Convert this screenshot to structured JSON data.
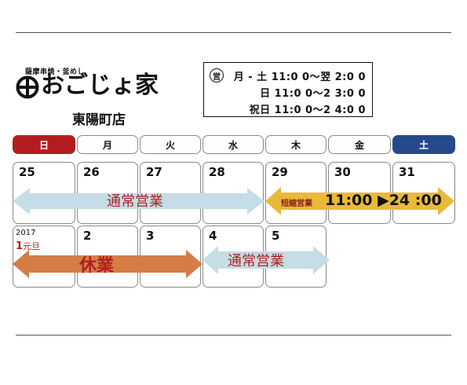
{
  "store": {
    "logo_subtitle": "薩摩串焼・釜めし",
    "logo_name": "おごじょ家",
    "branch": "東陽町店"
  },
  "hours": {
    "badge": "営",
    "lines": [
      "月 - 土 11:0 0～翌 2:0 0",
      "日 11:0 0～2 3:0 0",
      "祝日 11:0 0～2 4:0 0"
    ]
  },
  "weekdays": [
    "日",
    "月",
    "火",
    "水",
    "木",
    "金",
    "土"
  ],
  "weeks": [
    [
      "25",
      "26",
      "27",
      "28",
      "29",
      "30",
      "31"
    ],
    [
      "2017",
      "2",
      "3",
      "4",
      "5"
    ]
  ],
  "holiday_note": {
    "day": "1",
    "text": "元旦"
  },
  "banners": {
    "normal1": "通常営業",
    "short_label": "短縮営業",
    "short_time": "11:00 ▶24 :00",
    "closed": "休業",
    "normal2": "通常営業"
  },
  "colors": {
    "sunday": "#b31d1f",
    "saturday": "#26498c",
    "normal_arrow": "#c5dde6",
    "short_arrow": "#e8b93a",
    "closed_arrow": "#d47e45",
    "text_red": "#b31d1f"
  }
}
